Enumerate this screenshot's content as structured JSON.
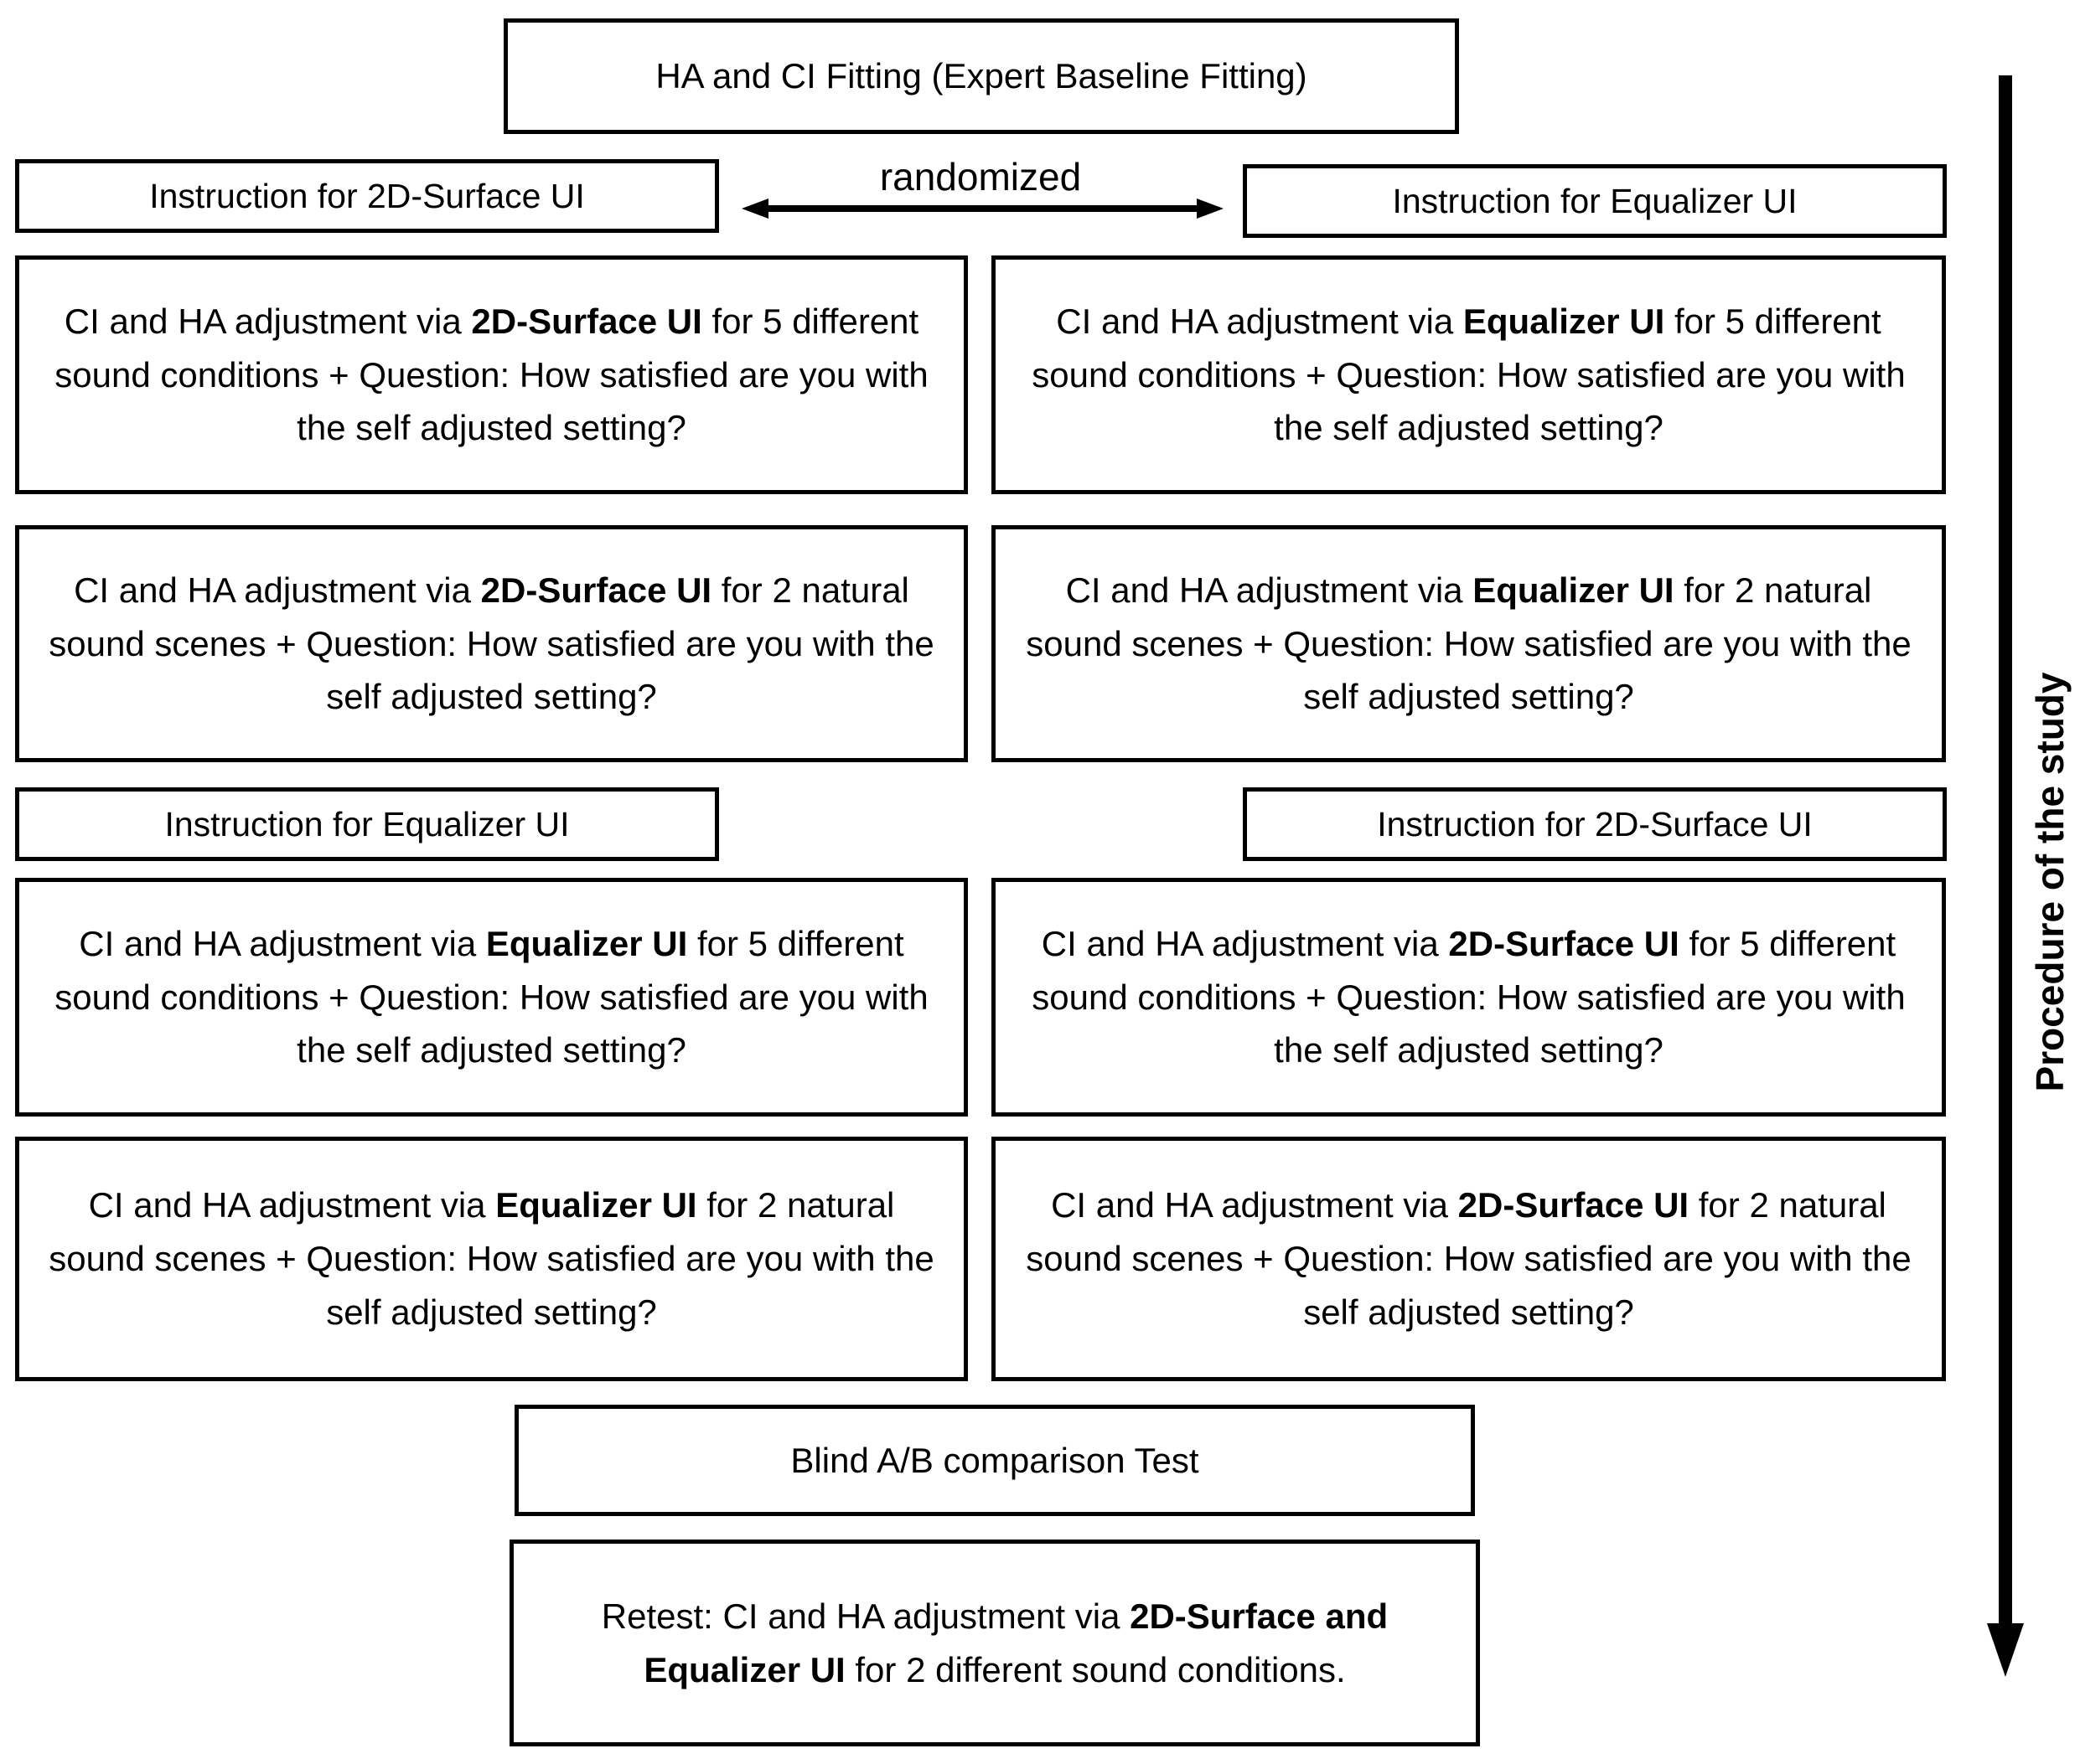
{
  "top_box": {
    "label": "HA and CI Fitting (Expert Baseline Fitting)"
  },
  "randomized": {
    "label": "randomized"
  },
  "procedure_arrow": {
    "label": "Procedure of the study"
  },
  "columns": {
    "left": {
      "instruction_top": "Instruction for 2D-Surface UI",
      "instruction_mid": "Instruction for Equalizer UI",
      "boxes": [
        {
          "pre": "CI and HA adjustment via ",
          "bold": "2D-Surface UI",
          "post": " for 5 different sound conditions + Question: How satisfied are you with the self adjusted setting?"
        },
        {
          "pre": "CI and HA adjustment via ",
          "bold": "2D-Surface UI",
          "post": " for 2 natural sound scenes + Question: How satisfied are you with the self adjusted setting?"
        },
        {
          "pre": "CI and HA adjustment via ",
          "bold": "Equalizer UI",
          "post": " for 5 different sound conditions + Question: How satisfied are you with the self adjusted setting?"
        },
        {
          "pre": "CI and HA adjustment via ",
          "bold": "Equalizer UI",
          "post": " for 2 natural sound scenes + Question: How satisfied are you with the self adjusted setting?"
        }
      ]
    },
    "right": {
      "instruction_top": "Instruction for Equalizer UI",
      "instruction_mid": "Instruction for 2D-Surface UI",
      "boxes": [
        {
          "pre": "CI and HA adjustment via ",
          "bold": "Equalizer UI",
          "post": " for 5 different sound conditions + Question: How satisfied are you with the self adjusted setting?"
        },
        {
          "pre": "CI and HA adjustment via ",
          "bold": "Equalizer UI",
          "post": " for 2 natural sound scenes + Question: How satisfied are you with the self adjusted setting?"
        },
        {
          "pre": "CI and HA adjustment via ",
          "bold": "2D-Surface UI",
          "post": " for 5 different sound conditions + Question: How satisfied are you with the self adjusted setting?"
        },
        {
          "pre": "CI and HA adjustment via ",
          "bold": "2D-Surface UI",
          "post": " for 2 natural sound scenes + Question: How satisfied are you with the self adjusted setting?"
        }
      ]
    }
  },
  "bottom": {
    "blind_test": "Blind A/B comparison Test",
    "retest": {
      "pre": "Retest: CI and HA adjustment via ",
      "bold": "2D-Surface and Equalizer UI",
      "post": " for 2 different sound conditions."
    }
  }
}
